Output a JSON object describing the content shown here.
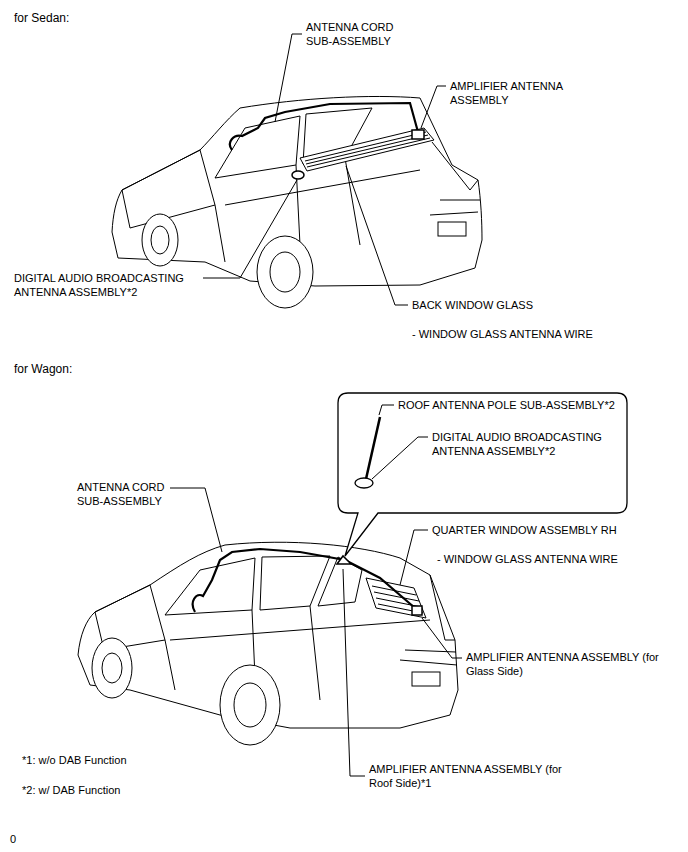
{
  "diagram": {
    "nodes": [
      {
        "text": [
          "ROOF ANTENNA POLE SUB-ASSEMBLY*2",
          "DIGITAL AUDIO BROADCASTING ANTENNA ASSEMBLY*2"
        ]
      }
    ],
    "labels": [
      "for Sedan:",
      "ANTENNA CORD SUB-ASSEMBLY",
      "AMPLIFIER ANTENNA ASSEMBLY",
      "DIGITAL AUDIO BROADCASTING ANTENNA ASSEMBLY*2",
      "BACK WINDOW GLASS",
      "- WINDOW GLASS ANTENNA WIRE",
      "for Wagon:",
      "ANTENNA CORD SUB-ASSEMBLY",
      "QUARTER WINDOW ASSEMBLY RH",
      "- WINDOW GLASS ANTENNA WIRE",
      "AMPLIFIER ANTENNA ASSEMBLY (for Glass Side)",
      "AMPLIFIER ANTENNA ASSEMBLY (for Roof Side)*1",
      "*1: w/o DAB Function",
      "*2: w/ DAB Function",
      "0"
    ]
  }
}
